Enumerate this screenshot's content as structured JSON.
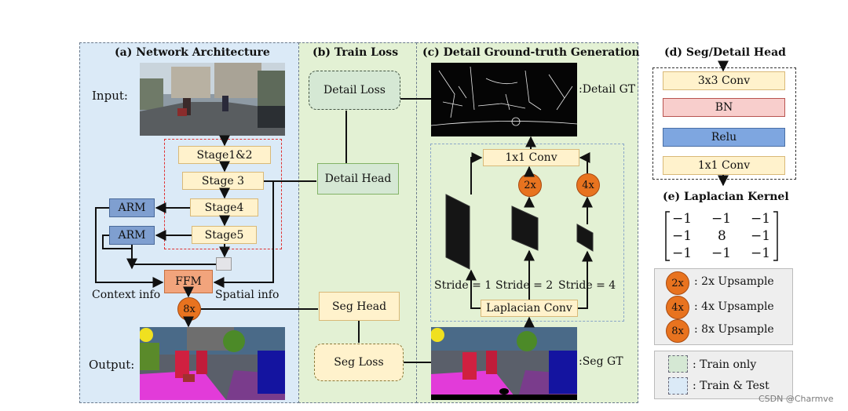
{
  "panels": {
    "a_title": "(a) Network Architecture",
    "b_title": "(b) Train Loss",
    "c_title": "(c) Detail Ground-truth Generation",
    "d_title": "(d) Seg/Detail Head",
    "e_title": "(e) Laplacian Kernel"
  },
  "network": {
    "input_label": "Input:",
    "output_label": "Output:",
    "stages": [
      "Stage1&2",
      "Stage 3",
      "Stage4",
      "Stage5"
    ],
    "arm": "ARM",
    "ffm": "FFM",
    "context_info": "Context info",
    "spatial_info": "Spatial info",
    "up8": "8x"
  },
  "train_loss": {
    "detail_loss": "Detail Loss",
    "detail_head": "Detail Head",
    "seg_head": "Seg Head",
    "seg_loss": "Seg Loss"
  },
  "detail_gt": {
    "detail_gt_label": ":Detail GT",
    "seg_gt_label": ":Seg GT",
    "conv1x1": "1x1 Conv",
    "laplacian_conv": "Laplacian Conv",
    "up2": "2x",
    "up4": "4x",
    "strides": [
      "Stride = 1",
      "Stride = 2",
      "Stride = 4"
    ]
  },
  "head": {
    "layers": [
      "3x3 Conv",
      "BN",
      "Relu",
      "1x1 Conv"
    ]
  },
  "kernel": {
    "rows": [
      [
        "−1",
        "−1",
        "−1"
      ],
      [
        "−1",
        "8",
        "−1"
      ],
      [
        "−1",
        "−1",
        "−1"
      ]
    ]
  },
  "legend": {
    "items": [
      {
        "badge": "2x",
        "text": ": 2x Upsample"
      },
      {
        "badge": "4x",
        "text": ": 4x Upsample"
      },
      {
        "badge": "8x",
        "text": ": 8x Upsample"
      }
    ],
    "train_only": ": Train only",
    "train_test": ": Train & Test"
  },
  "watermark": "CSDN @Charmve",
  "colors": {
    "panel_a_bg": "#dbeaf7",
    "panel_bc_bg": "#e3f1d4",
    "stage": "#fff2cc",
    "arm": "#7f9fd0",
    "ffm": "#f2a47c",
    "upsample": "#e8731f",
    "bn": "#f8cecc",
    "relu": "#7ea6e0"
  }
}
